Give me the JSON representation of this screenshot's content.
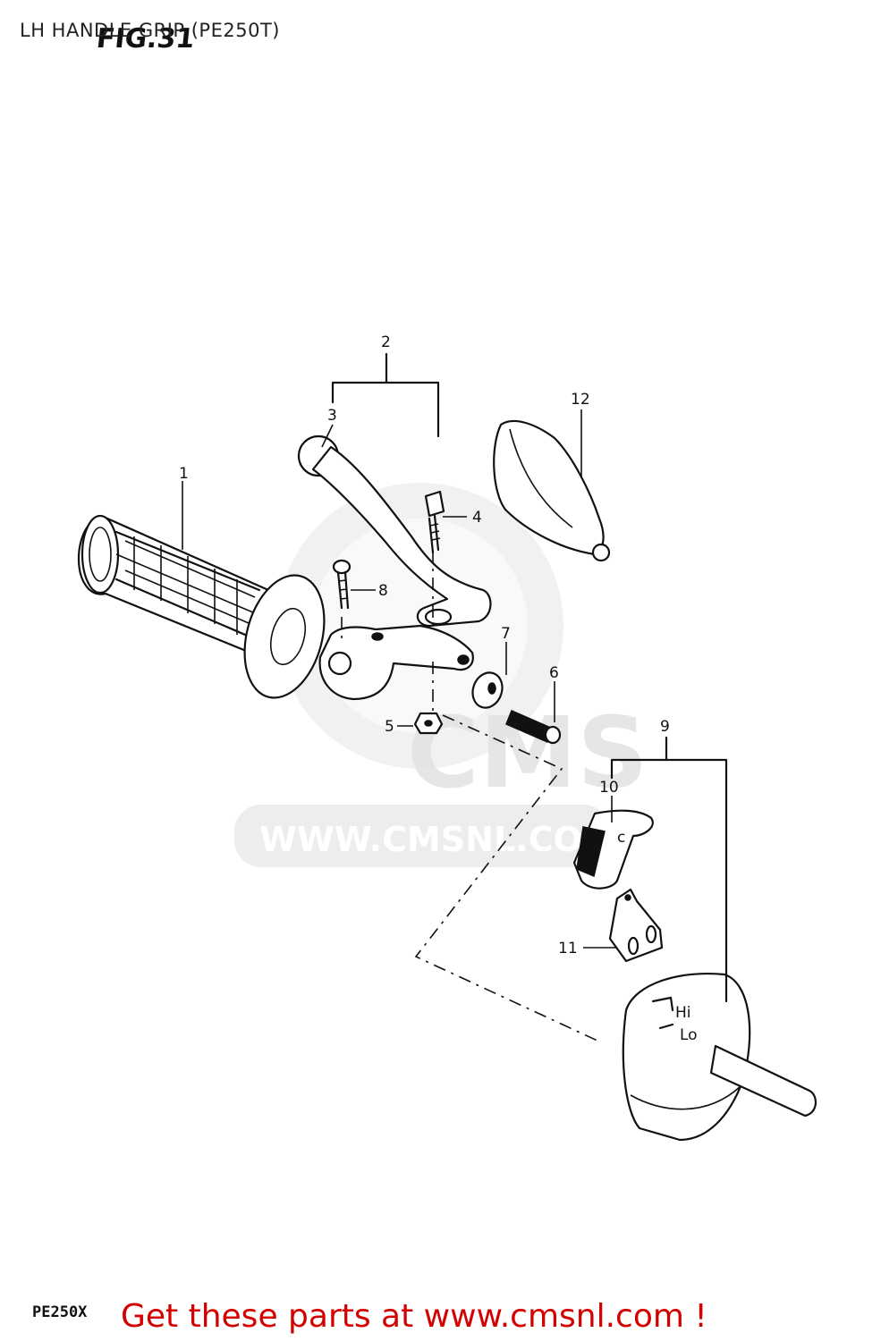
{
  "title": "LH HANDLE GRIP (PE250T)",
  "figure_label": "FIG.31",
  "model_code": "PE250X",
  "promo_text": "Get these parts at www.cmsnl.com !",
  "watermark": {
    "brand": "CMS",
    "url": "WWW.CMSNL.COM"
  },
  "part_labels": {
    "p1": "1",
    "p2": "2",
    "p3": "3",
    "p4": "4",
    "p5": "5",
    "p6": "6",
    "p7": "7",
    "p8": "8",
    "p9": "9",
    "p10": "10",
    "p11": "11",
    "p12": "12"
  },
  "switch_labels": {
    "hi": "Hi",
    "lo": "Lo",
    "c": "c"
  },
  "colors": {
    "promo": "#d40000",
    "ink": "#111111",
    "watermark": "#e2e2e2"
  }
}
